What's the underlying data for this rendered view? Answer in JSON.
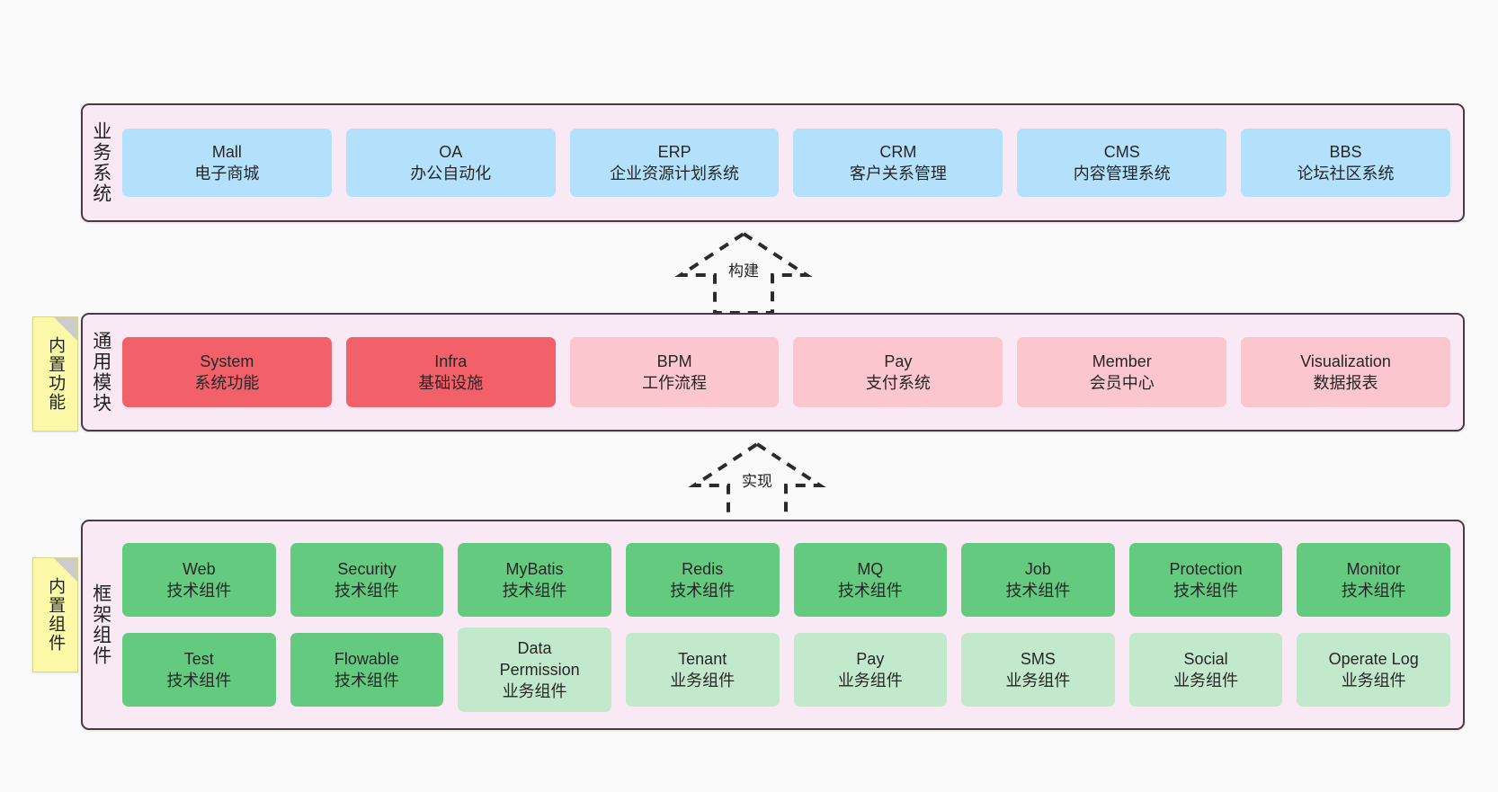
{
  "diagram": {
    "background": "#fafafa",
    "layer_fill": "#f9e9f4",
    "layer_border": "#4a3a47",
    "note_fill": "#fbf9a8",
    "note_fold": "#cccccc"
  },
  "layers": [
    {
      "id": "business-system",
      "title": "业务系统",
      "rows": [
        {
          "cells": [
            {
              "name": "Mall",
              "sub": "电子商城",
              "color": "#b3e0fb"
            },
            {
              "name": "OA",
              "sub": "办公自动化",
              "color": "#b3e0fb"
            },
            {
              "name": "ERP",
              "sub": "企业资源计划系统",
              "color": "#b3e0fb"
            },
            {
              "name": "CRM",
              "sub": "客户关系管理",
              "color": "#b3e0fb"
            },
            {
              "name": "CMS",
              "sub": "内容管理系统",
              "color": "#b3e0fb"
            },
            {
              "name": "BBS",
              "sub": "论坛社区系统",
              "color": "#b3e0fb"
            }
          ]
        }
      ]
    },
    {
      "id": "common-module",
      "title": "通用模块",
      "note": "内置功能",
      "rows": [
        {
          "cells": [
            {
              "name": "System",
              "sub": "系统功能",
              "color": "#f2606a"
            },
            {
              "name": "Infra",
              "sub": "基础设施",
              "color": "#f2606a"
            },
            {
              "name": "BPM",
              "sub": "工作流程",
              "color": "#fbc6cd"
            },
            {
              "name": "Pay",
              "sub": "支付系统",
              "color": "#fbc6cd"
            },
            {
              "name": "Member",
              "sub": "会员中心",
              "color": "#fbc6cd"
            },
            {
              "name": "Visualization",
              "sub": "数据报表",
              "color": "#fbc6cd"
            }
          ]
        }
      ]
    },
    {
      "id": "framework-component",
      "title": "框架组件",
      "note": "内置组件",
      "rows": [
        {
          "cells": [
            {
              "name": "Web",
              "sub": "技术组件",
              "color": "#64ca80"
            },
            {
              "name": "Security",
              "sub": "技术组件",
              "color": "#64ca80"
            },
            {
              "name": "MyBatis",
              "sub": "技术组件",
              "color": "#64ca80"
            },
            {
              "name": "Redis",
              "sub": "技术组件",
              "color": "#64ca80"
            },
            {
              "name": "MQ",
              "sub": "技术组件",
              "color": "#64ca80"
            },
            {
              "name": "Job",
              "sub": "技术组件",
              "color": "#64ca80"
            },
            {
              "name": "Protection",
              "sub": "技术组件",
              "color": "#64ca80"
            },
            {
              "name": "Monitor",
              "sub": "技术组件",
              "color": "#64ca80"
            }
          ]
        },
        {
          "cells": [
            {
              "name": "Test",
              "sub": "技术组件",
              "color": "#64ca80"
            },
            {
              "name": "Flowable",
              "sub": "技术组件",
              "color": "#64ca80"
            },
            {
              "name": "Data Permission",
              "sub": "业务组件",
              "color": "#c3e9cd"
            },
            {
              "name": "Tenant",
              "sub": "业务组件",
              "color": "#c3e9cd"
            },
            {
              "name": "Pay",
              "sub": "业务组件",
              "color": "#c3e9cd"
            },
            {
              "name": "SMS",
              "sub": "业务组件",
              "color": "#c3e9cd"
            },
            {
              "name": "Social",
              "sub": "业务组件",
              "color": "#c3e9cd"
            },
            {
              "name": "Operate Log",
              "sub": "业务组件",
              "color": "#c3e9cd"
            }
          ]
        }
      ]
    }
  ],
  "connectors": [
    {
      "id": "build",
      "label": "构建"
    },
    {
      "id": "implement",
      "label": "实现"
    }
  ]
}
